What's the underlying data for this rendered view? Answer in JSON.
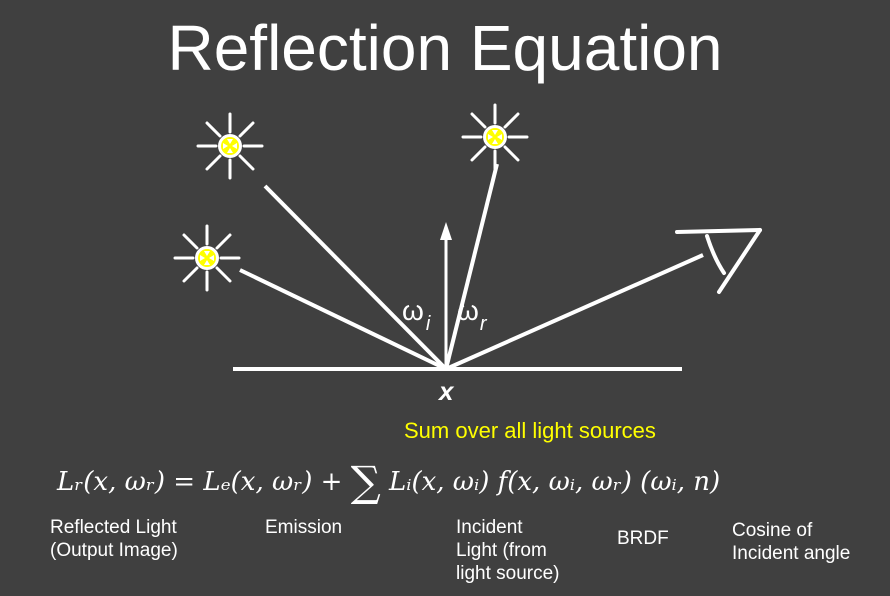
{
  "title": "Reflection Equation",
  "colors": {
    "background": "#404040",
    "foreground": "#ffffff",
    "highlight": "#ffff00"
  },
  "diagram": {
    "point_label": "x",
    "omega_i": "ω",
    "omega_i_sub": "i",
    "omega_r": "ω",
    "omega_r_sub": "r",
    "light_icon": "sun-light-icon",
    "viewer_icon": "eye-viewer-icon"
  },
  "sum_caption": "Sum over all light sources",
  "equation": {
    "lhs": "Lᵣ(x, ωᵣ)",
    "equals": " = ",
    "emission": "Lₑ(x, ωᵣ)",
    "plus": " + ",
    "sum_symbol": "∑",
    "incident": " Lᵢ(x, ωᵢ)",
    "brdf": "  f(x, ωᵢ, ωᵣ)",
    "cosine": "  (ωᵢ, n)"
  },
  "term_labels": {
    "reflected": [
      "Reflected Light",
      "(Output Image)"
    ],
    "emission": [
      "Emission"
    ],
    "incident": [
      "Incident",
      "Light (from",
      "light source)"
    ],
    "brdf": [
      "BRDF"
    ],
    "cosine": [
      "Cosine of",
      "Incident angle"
    ]
  }
}
